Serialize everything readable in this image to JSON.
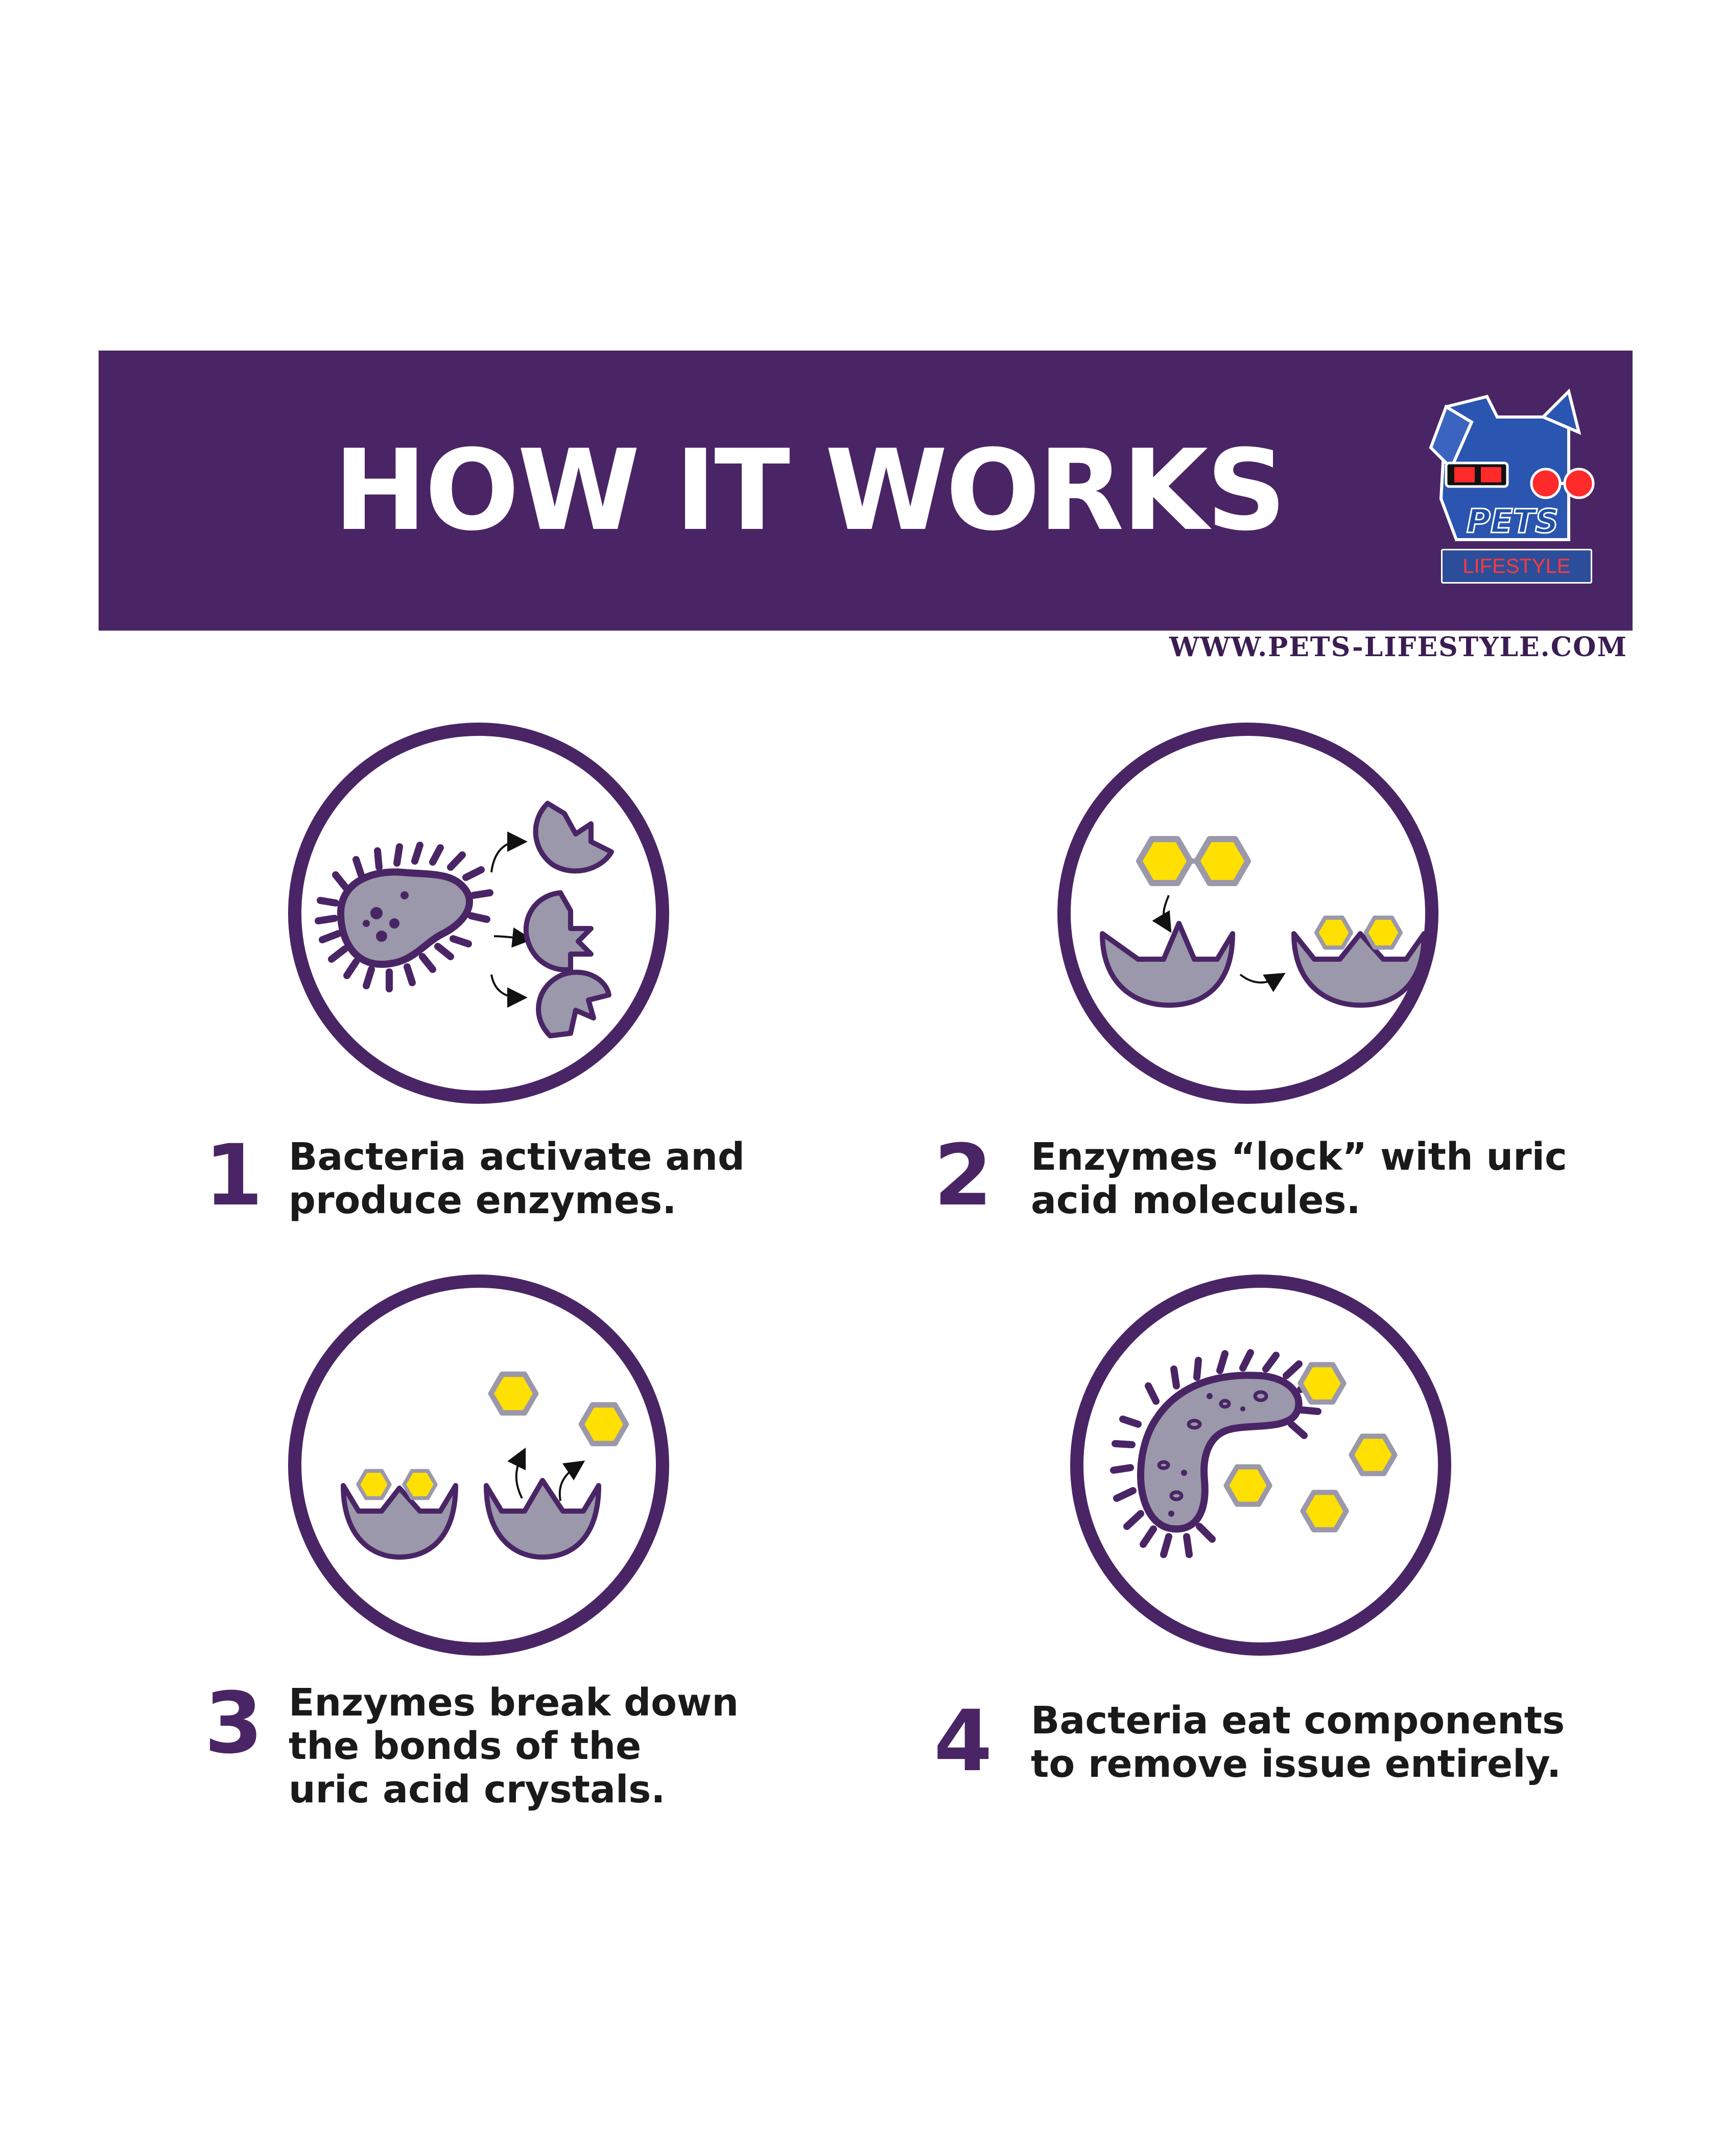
{
  "header": {
    "title": "HOW IT WORKS",
    "logo": {
      "top": "PETS",
      "bottom": "LIFESTYLE"
    },
    "website": "WWW.PETS-LIFESTYLE.COM"
  },
  "colors": {
    "purple": "#4a2565",
    "gray": "#9a98aa",
    "yellow": "#ffe000",
    "white": "#ffffff"
  },
  "steps": [
    {
      "number": "1",
      "lines": [
        "Bacteria activate and",
        "produce enzymes."
      ]
    },
    {
      "number": "2",
      "lines": [
        "Enzymes “lock” with uric",
        "acid molecules."
      ]
    },
    {
      "number": "3",
      "lines": [
        "Enzymes break down",
        "the bonds of the",
        "uric acid crystals."
      ]
    },
    {
      "number": "4",
      "lines": [
        "Bacteria eat components",
        "to remove issue entirely."
      ]
    }
  ]
}
